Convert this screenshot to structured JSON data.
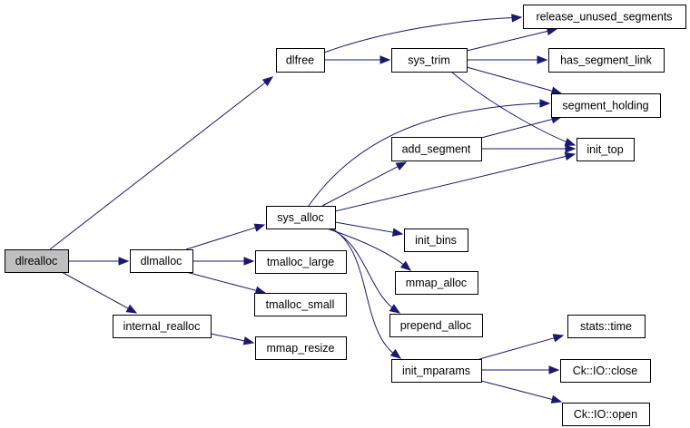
{
  "title": "dlrealloc call graph",
  "colors": {
    "edge": "#191970",
    "root_fill": "#bfbfbf",
    "node_fill": "#ffffff",
    "border": "#000000"
  },
  "nodes": [
    {
      "id": "dlrealloc",
      "label": "dlrealloc",
      "root": true
    },
    {
      "id": "dlmalloc",
      "label": "dlmalloc"
    },
    {
      "id": "internal_realloc",
      "label": "internal_realloc"
    },
    {
      "id": "dlfree",
      "label": "dlfree"
    },
    {
      "id": "sys_trim",
      "label": "sys_trim"
    },
    {
      "id": "add_segment",
      "label": "add_segment"
    },
    {
      "id": "sys_alloc",
      "label": "sys_alloc"
    },
    {
      "id": "tmalloc_large",
      "label": "tmalloc_large"
    },
    {
      "id": "tmalloc_small",
      "label": "tmalloc_small"
    },
    {
      "id": "mmap_resize",
      "label": "mmap_resize"
    },
    {
      "id": "init_bins",
      "label": "init_bins"
    },
    {
      "id": "mmap_alloc",
      "label": "mmap_alloc"
    },
    {
      "id": "prepend_alloc",
      "label": "prepend_alloc"
    },
    {
      "id": "init_mparams",
      "label": "init_mparams"
    },
    {
      "id": "release_unused_segments",
      "label": "release_unused_segments"
    },
    {
      "id": "has_segment_link",
      "label": "has_segment_link"
    },
    {
      "id": "segment_holding",
      "label": "segment_holding"
    },
    {
      "id": "init_top",
      "label": "init_top"
    },
    {
      "id": "stats_time",
      "label": "stats::time"
    },
    {
      "id": "ck_io_close",
      "label": "Ck::IO::close"
    },
    {
      "id": "ck_io_open",
      "label": "Ck::IO::open"
    }
  ],
  "edges": [
    {
      "from": "dlrealloc",
      "to": "dlfree"
    },
    {
      "from": "dlrealloc",
      "to": "dlmalloc"
    },
    {
      "from": "dlrealloc",
      "to": "internal_realloc"
    },
    {
      "from": "dlfree",
      "to": "release_unused_segments"
    },
    {
      "from": "dlfree",
      "to": "sys_trim"
    },
    {
      "from": "sys_trim",
      "to": "release_unused_segments"
    },
    {
      "from": "sys_trim",
      "to": "has_segment_link"
    },
    {
      "from": "sys_trim",
      "to": "segment_holding"
    },
    {
      "from": "sys_trim",
      "to": "init_top"
    },
    {
      "from": "dlmalloc",
      "to": "sys_alloc"
    },
    {
      "from": "dlmalloc",
      "to": "tmalloc_large"
    },
    {
      "from": "dlmalloc",
      "to": "tmalloc_small"
    },
    {
      "from": "sys_alloc",
      "to": "segment_holding"
    },
    {
      "from": "sys_alloc",
      "to": "add_segment"
    },
    {
      "from": "sys_alloc",
      "to": "init_top"
    },
    {
      "from": "sys_alloc",
      "to": "init_bins"
    },
    {
      "from": "sys_alloc",
      "to": "mmap_alloc"
    },
    {
      "from": "sys_alloc",
      "to": "prepend_alloc"
    },
    {
      "from": "sys_alloc",
      "to": "init_mparams"
    },
    {
      "from": "add_segment",
      "to": "segment_holding"
    },
    {
      "from": "add_segment",
      "to": "init_top"
    },
    {
      "from": "internal_realloc",
      "to": "mmap_resize"
    },
    {
      "from": "init_mparams",
      "to": "stats_time"
    },
    {
      "from": "init_mparams",
      "to": "ck_io_close"
    },
    {
      "from": "init_mparams",
      "to": "ck_io_open"
    }
  ]
}
